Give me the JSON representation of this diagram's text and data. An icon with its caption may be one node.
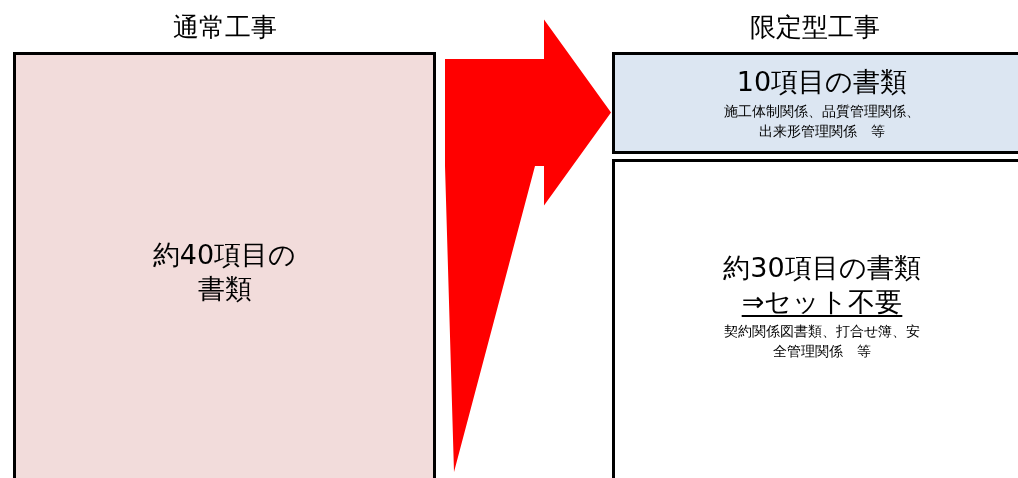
{
  "diagram": {
    "nodes": [
      {
        "text": [
          "通常工事",
          "約40項目の書類"
        ]
      },
      {
        "text": [
          "10項目の書類",
          "施工体制関係、品質管理関係、出来形管理関係　等"
        ]
      },
      {
        "text": [
          "約30項目の書類",
          "⇒セット不要",
          "契約関係図書類、打合せ簿、安全管理関係　等"
        ]
      }
    ],
    "edges": [
      {
        "from": 0,
        "to": 1,
        "arrow": "to",
        "style": "thick",
        "color": "#ff0000"
      }
    ],
    "labels": [
      "限定型工事"
    ]
  }
}
